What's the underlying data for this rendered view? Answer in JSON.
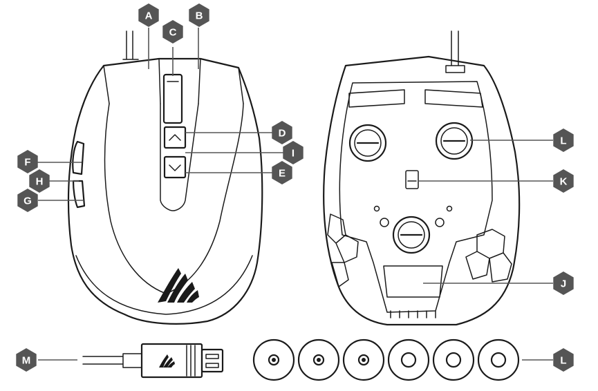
{
  "callouts": {
    "A": "A",
    "B": "B",
    "C": "C",
    "D": "D",
    "E": "E",
    "F": "F",
    "G": "G",
    "H": "H",
    "I": "I",
    "J": "J",
    "K": "K",
    "L_top": "L",
    "L_bottom": "L",
    "M": "M"
  },
  "colors": {
    "callout_fill": "#555555",
    "callout_text": "#ffffff",
    "line": "#1a1a1a"
  },
  "icons": {
    "logo": "corsair-sails-logo",
    "usb": "usb-plug-icon"
  },
  "weights": {
    "total": 6,
    "with_center_dot": 3
  }
}
